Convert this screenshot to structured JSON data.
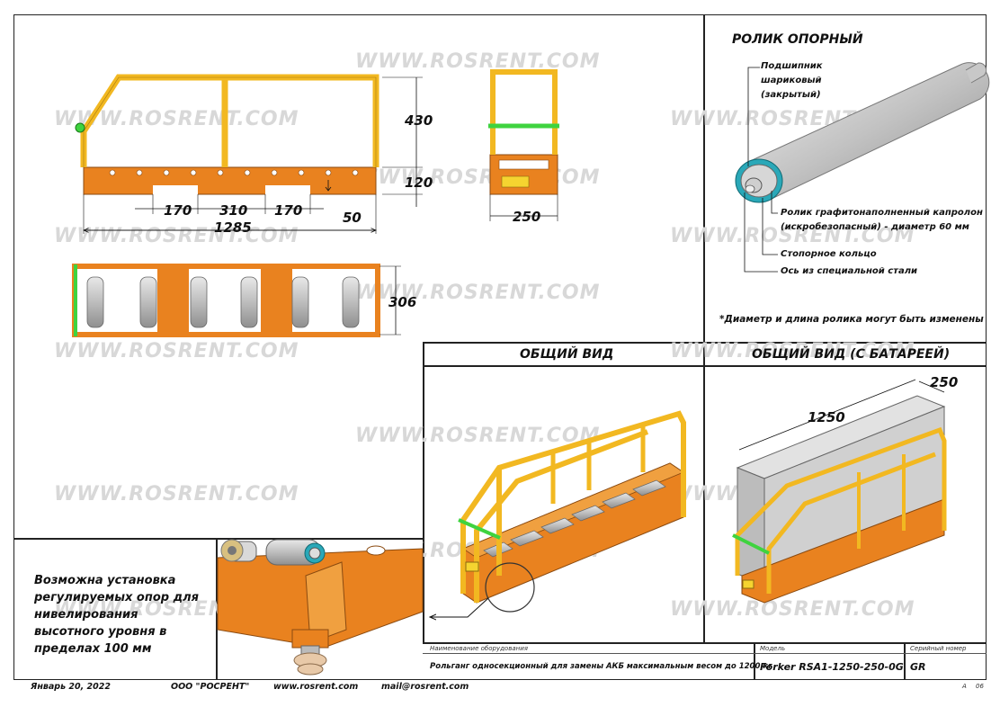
{
  "watermark": "WWW.ROSRENT.COM",
  "drawing": {
    "dims": {
      "h_upper": "430",
      "h_lower": "120",
      "span_a": "170",
      "span_b": "310",
      "span_c": "170",
      "gap": "50",
      "length": "1285",
      "side_width": "250",
      "plan_width": "306"
    },
    "roller": {
      "title": "РОЛИК ОПОРНЫЙ",
      "bearing_l1": "Подшипник",
      "bearing_l2": "шариковый",
      "bearing_l3": "(закрытый)",
      "roller_l1": "Ролик графитонаполненный капролон",
      "roller_l2": "(искробезопасный) - диаметр 60 мм",
      "ring": "Стопорное кольцо",
      "axle": "Ось из специальной стали",
      "note": "*Диаметр и длина ролика могут быть изменены"
    },
    "general_view": {
      "title": "ОБЩИЙ ВИД"
    },
    "battery_view": {
      "title": "ОБЩИЙ ВИД (С БАТАРЕЕЙ)",
      "length": "1250",
      "width": "250"
    },
    "detail_text": "Возможна установка регулируемых опор для нивелирования высотного уровня в пределах 100 мм"
  },
  "title_block": {
    "name_label": "Наименование оборудования",
    "name_value": "Рольганг односекционный для замены АКБ максимальным весом до 1200 кг",
    "model_label": "Модель",
    "model_value": "Forker RSA1-1250-250-0G",
    "serial_label": "Серийный номер",
    "serial_value": "GR",
    "sheet_a": "А",
    "sheet_b": "06"
  },
  "footer": {
    "date": "Январь 20, 2022",
    "company": "ООО \"РОСРЕНТ\"",
    "site": "www.rosrent.com",
    "mail": "mail@rosrent.com"
  },
  "colors": {
    "frame_yellow": "#f2b821",
    "base_orange": "#e9821f",
    "accent_green": "#3fd33f",
    "roller_grey": "#b9b9b9",
    "battery_grey": "#cfcfcf"
  }
}
